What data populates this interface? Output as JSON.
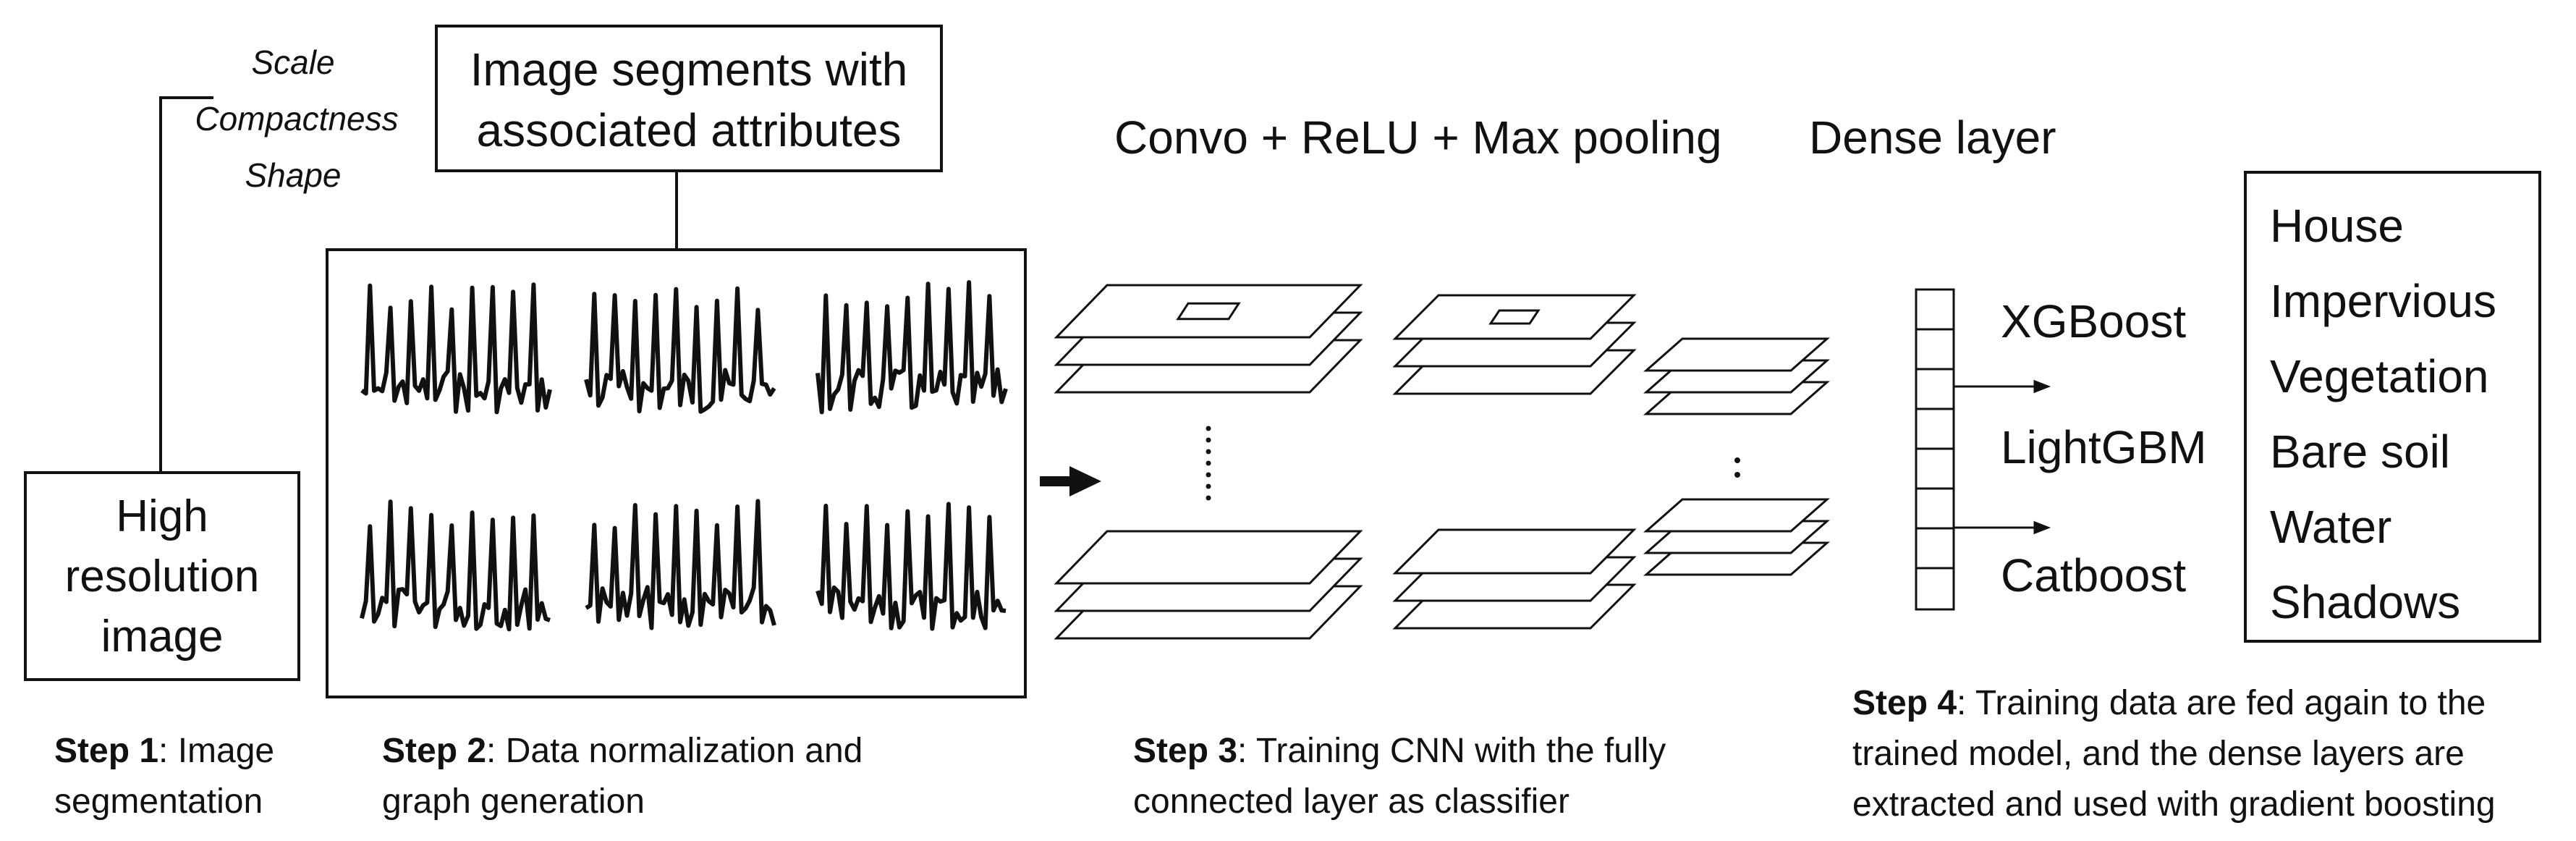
{
  "segmentation_params": [
    "Scale",
    "Compactness",
    "Shape"
  ],
  "segments_box": [
    "Image segments with",
    "associated attributes"
  ],
  "input_box": [
    "High",
    "resolution",
    "image"
  ],
  "stage_labels": {
    "conv": "Convo + ReLU + Max pooling",
    "dense": "Dense layer"
  },
  "boosters": [
    "XGBoost",
    "LightGBM",
    "Catboost"
  ],
  "classes": [
    "House",
    "Impervious",
    "Vegetation",
    "Bare soil",
    "Water",
    "Shadows"
  ],
  "steps": [
    {
      "bold": "Step 1",
      "text": ": Image",
      "line2": "segmentation"
    },
    {
      "bold": "Step 2",
      "text": ": Data normalization and",
      "line2": "graph generation"
    },
    {
      "bold": "Step 3",
      "text": ": Training CNN with the fully",
      "line2": "connected layer as classifier"
    },
    {
      "bold": "Step 4",
      "text": ": Training data are fed again to the",
      "line2": "trained model, and the dense layers are",
      "line3": "extracted and used with gradient boosting"
    }
  ],
  "colors": {
    "ink": "#111111",
    "background": "#ffffff"
  }
}
